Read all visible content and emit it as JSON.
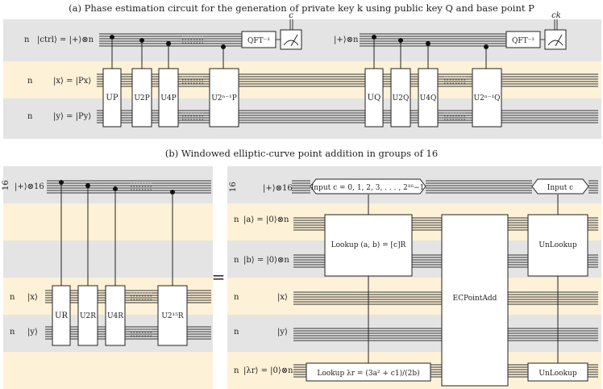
{
  "captions": {
    "a": "(a) Phase estimation circuit for the generation of private key k using public key Q and base point P",
    "b": "(b) Windowed elliptic-curve point addition in groups of 16"
  },
  "colors": {
    "band_gray": "#e4e4e4",
    "band_peach": "#fdf1d7",
    "wire": "#333333",
    "gate_fill": "#ffffff"
  },
  "panel_a": {
    "register_labels": [
      {
        "size": "n",
        "state": "|ctrl⟩ = |+⟩⊗n"
      },
      {
        "size": "n",
        "state": "|x⟩ = |Px⟩"
      },
      {
        "size": "n",
        "state": "|y⟩ = |Py⟩"
      }
    ],
    "second_ctrl_label": "|+⟩⊗n",
    "gates_first": [
      "UP",
      "U2P",
      "U4P",
      "U2ⁿ⁻¹P"
    ],
    "gates_second": [
      "UQ",
      "U2Q",
      "U4Q",
      "U2ⁿ⁻¹Q"
    ],
    "qft_label": "QFT⁻¹",
    "measure_labels": [
      "c",
      "ck"
    ]
  },
  "panel_b_left": {
    "register_labels": [
      {
        "size": "16",
        "state": "|+⟩⊗16"
      },
      {
        "size": "n",
        "state": "|x⟩"
      },
      {
        "size": "n",
        "state": "|y⟩"
      }
    ],
    "gates": [
      "UR",
      "U2R",
      "U4R",
      "U2¹⁵R"
    ]
  },
  "equals": "=",
  "panel_b_right": {
    "register_labels": [
      {
        "size": "16",
        "state": "|+⟩⊗16"
      },
      {
        "size": "n",
        "state": "|a⟩ = |0⟩⊗n"
      },
      {
        "size": "n",
        "state": "|b⟩ = |0⟩⊗n"
      },
      {
        "size": "n",
        "state": "|x⟩"
      },
      {
        "size": "n",
        "state": "|y⟩"
      },
      {
        "size": "n",
        "state": "|λr⟩ = |0⟩⊗n"
      }
    ],
    "input_c_left": "Input c = 0, 1, 2, 3, . . . , 2¹⁶−1",
    "input_c_right": "Input c",
    "lookup_ab": "Lookup (a, b) = [c]R",
    "lookup_lambda": "Lookup λr = (3a² + c1)/(2b)",
    "ec_point_add": "ECPointAdd",
    "unlookup_top": "UnLookup",
    "unlookup_bottom": "UnLookup"
  }
}
